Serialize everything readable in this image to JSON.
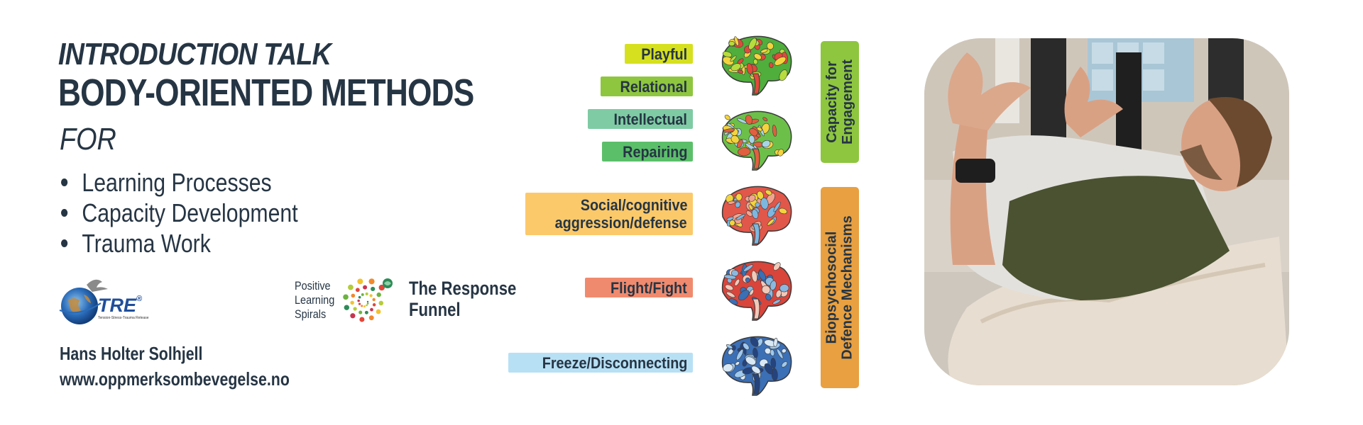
{
  "heading": {
    "intro": "INTRODUCTION TALK",
    "title": "BODY-ORIENTED METHODS",
    "for": "FOR"
  },
  "topics": [
    "Learning Processes",
    "Capacity Development",
    "Trauma Work"
  ],
  "logos": {
    "tre": {
      "name": "TRE",
      "reg": "®",
      "tagline": "Tension-Stress-Trauma Release",
      "icon": "globe-bird-icon"
    },
    "pls": {
      "line1": "Positive",
      "line2": "Learning",
      "line3": "Spirals",
      "icon": "dot-spiral-icon"
    },
    "funnel_line1": "The Response",
    "funnel_line2": "Funnel"
  },
  "author": {
    "name": "Hans Holter Solhjell",
    "website": "www.oppmerksombevegelse.no"
  },
  "responses": [
    {
      "text": "Playful",
      "color": "#d6e01f"
    },
    {
      "text": "Relational",
      "color": "#8ec63f"
    },
    {
      "text": "Intellectual",
      "color": "#7fcba4"
    },
    {
      "text": "Repairing",
      "color": "#5bbf6a"
    },
    {
      "text": "Social/cognitive",
      "text2": "aggression/defense",
      "color": "#fcc96a"
    },
    {
      "text": "Flight/Fight",
      "color": "#f08a6e"
    },
    {
      "text": "Freeze/Disconnecting",
      "color": "#b8e0f5"
    }
  ],
  "categories": {
    "engagement": {
      "line1": "Capacity for",
      "line2": "Engagement",
      "color": "#8ec63f"
    },
    "defence": {
      "line1": "Biopsychosocial",
      "line2": "Defence Mechanisms",
      "color": "#e8a040"
    }
  },
  "photo": {
    "icon": "person-lying-on-rug-photo"
  },
  "colors": {
    "text": "#263544",
    "brain_green": "#6cc04a",
    "brain_red": "#e1574a",
    "brain_blue": "#3b6fb6"
  }
}
